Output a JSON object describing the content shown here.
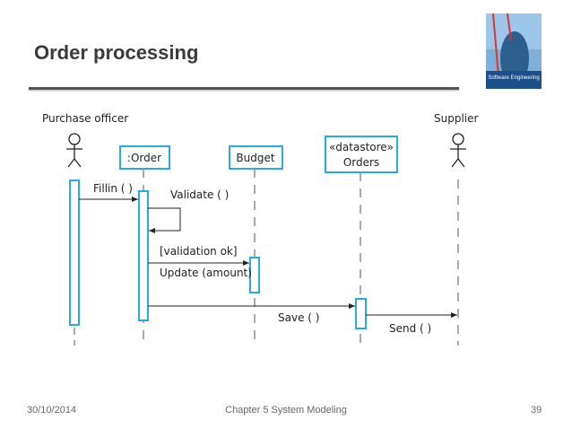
{
  "slide": {
    "title": "Order processing",
    "footer_date": "30/10/2014",
    "footer_chapter": "Chapter 5 System Modeling",
    "page_number": "39",
    "book_cover_text": "Software Engineering"
  },
  "diagram": {
    "accent_color": "#29abe2",
    "actors": [
      {
        "label": "Purchase officer"
      },
      {
        "label": "Supplier"
      }
    ],
    "objects": [
      {
        "label": ":Order"
      },
      {
        "label": "Budget"
      },
      {
        "label_line1": "«datastore»",
        "label_line2": "Orders"
      }
    ],
    "messages": [
      {
        "label": "Fillin ( )"
      },
      {
        "label": "Validate ( )"
      },
      {
        "label": "[validation ok]"
      },
      {
        "label": "Update (amount)"
      },
      {
        "label": "Save ( )"
      },
      {
        "label": "Send ( )"
      }
    ]
  }
}
